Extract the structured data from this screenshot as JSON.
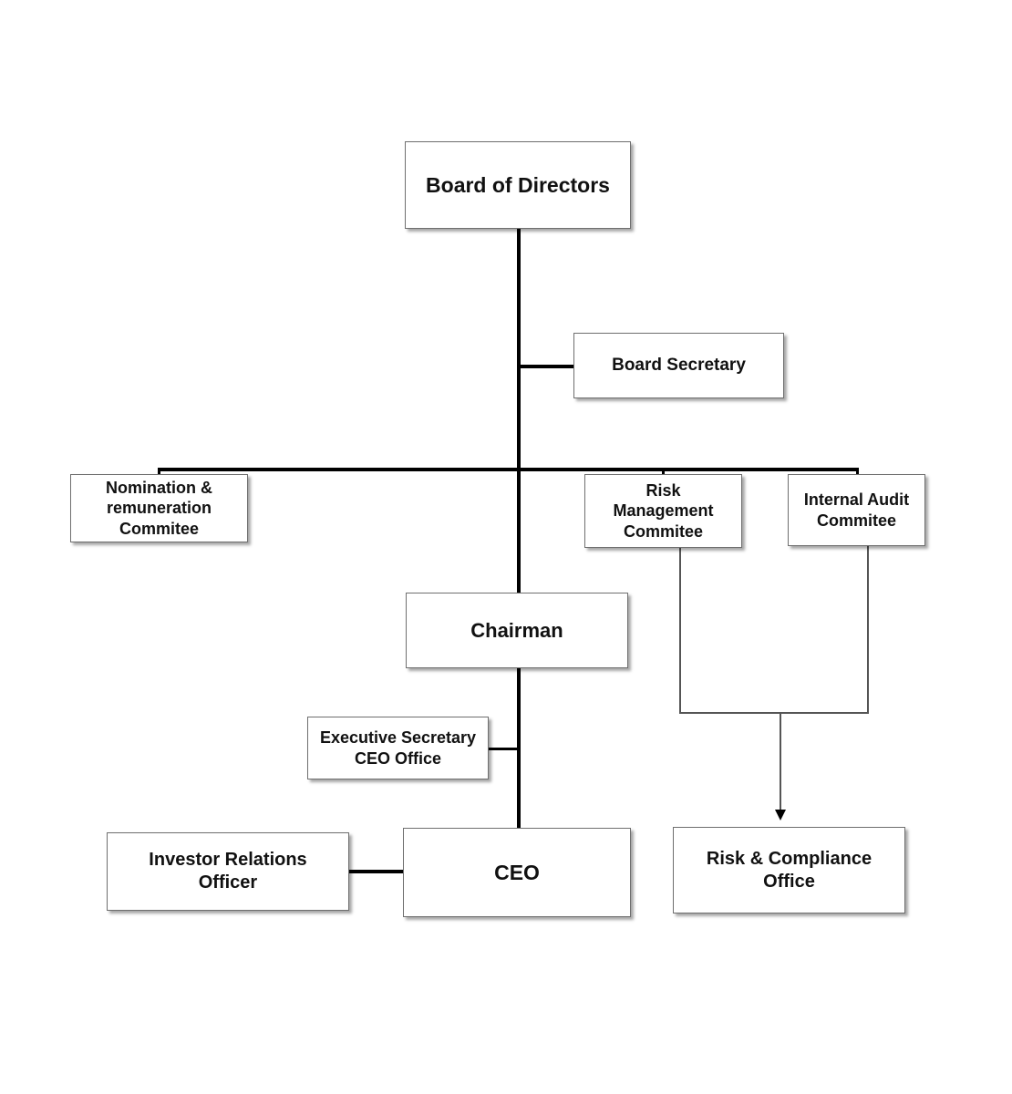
{
  "nodes": {
    "board_of_directors": "Board of Directors",
    "board_secretary": "Board Secretary",
    "nomination_committee": "Nomination &\nremuneration\nCommitee",
    "risk_management_committee": "Risk\nManagement\nCommitee",
    "internal_audit_committee": "Internal Audit\nCommitee",
    "chairman": "Chairman",
    "executive_secretary": "Executive Secretary\nCEO Office",
    "ceo": "CEO",
    "investor_relations": "Investor Relations\nOfficer",
    "risk_compliance_office": "Risk & Compliance\nOffice"
  }
}
